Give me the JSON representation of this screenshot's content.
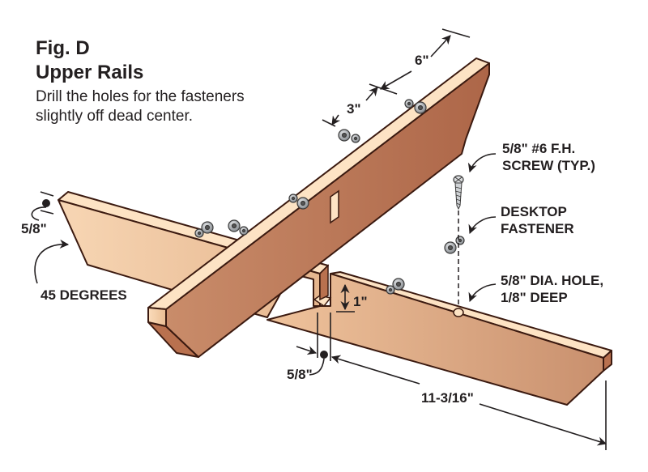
{
  "figure": {
    "label": "Fig. D",
    "title": "Upper Rails",
    "caption_line1": "Drill the holes for the fasteners",
    "caption_line2": "slightly off dead center."
  },
  "dimensions": {
    "top_spacing": "6\"",
    "fastener_spacing": "3\"",
    "end_dot": "5/8\"",
    "bevel": "45 DEGREES",
    "notch_depth": "1\"",
    "notch_width": "5/8\"",
    "rail_length": "11-3/16\""
  },
  "callouts": {
    "screw_line1": "5/8\" #6 F.H.",
    "screw_line2": "SCREW (TYP.)",
    "fastener_line1": "DESKTOP",
    "fastener_line2": "FASTENER",
    "hole_line1": "5/8\" DIA. HOLE,",
    "hole_line2": "1/8\" DEEP"
  },
  "colors": {
    "outline": "#3b1a10",
    "wood_top": "#fde3c4",
    "wood_light": "#f3cda8",
    "wood_face_dark": "#b9714f",
    "wood_face_mid": "#c8876a",
    "metal": "#9a9ea3",
    "ink": "#231f20"
  }
}
